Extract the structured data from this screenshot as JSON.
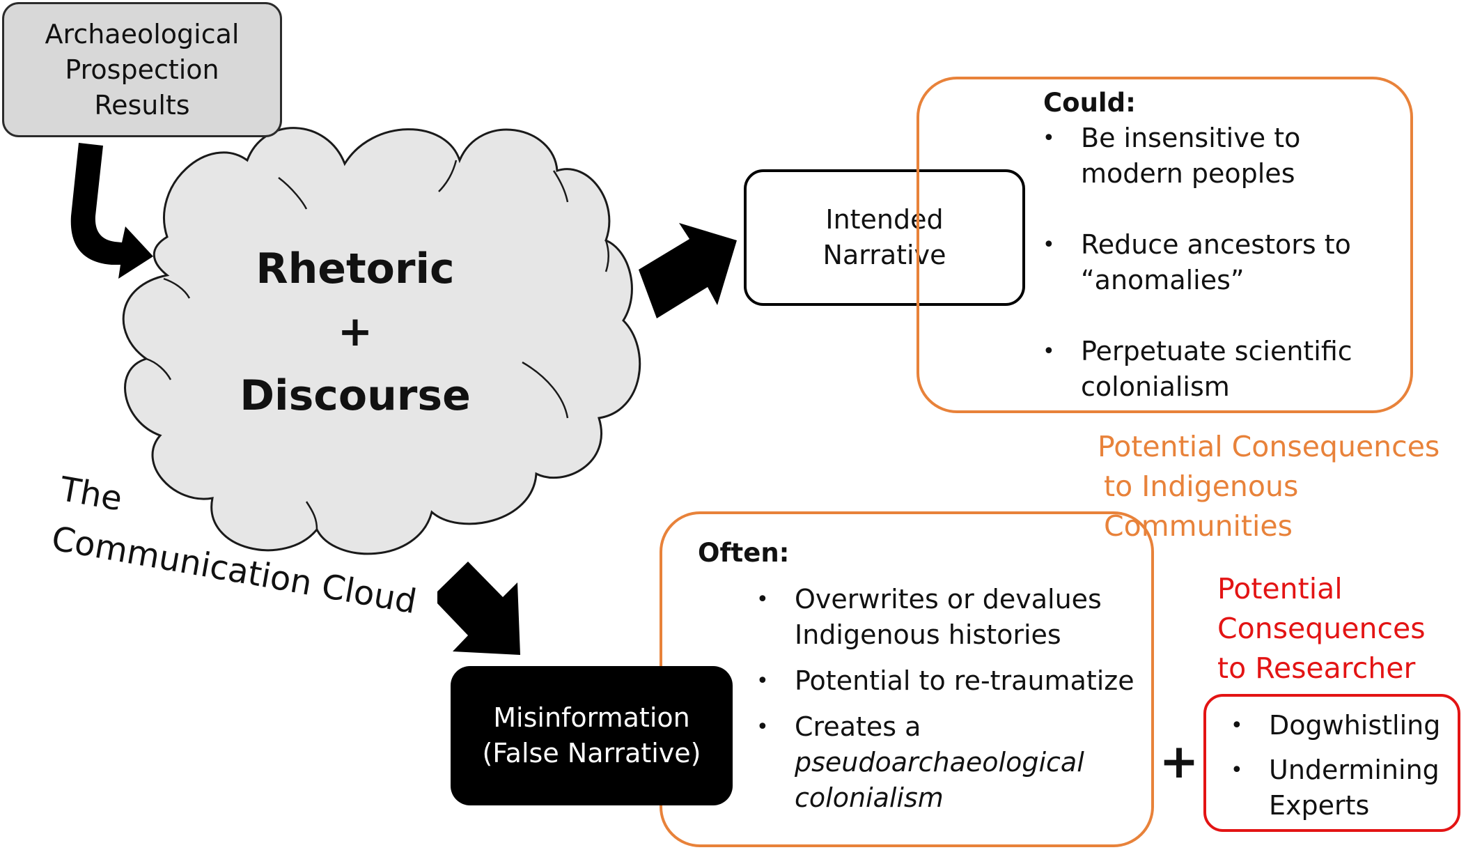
{
  "prospection_box": {
    "label": "Archaeological Prospection Results"
  },
  "cloud": {
    "line1": "Rhetoric",
    "plus": "+",
    "line2": "Discourse"
  },
  "cloud_label": {
    "line1": "The",
    "line2": "Communication Cloud"
  },
  "intended_box": {
    "label": "Intended Narrative"
  },
  "misinformation_box": {
    "label": "Misinformation (False Narrative)"
  },
  "could_box": {
    "heading": "Could:",
    "items": [
      "Be insensitive to modern peoples",
      "Reduce ancestors to “anomalies”",
      "Perpetuate scientific colonialism"
    ]
  },
  "indigenous_consequences": {
    "line1": "Potential Consequences",
    "line2": "to Indigenous Communities"
  },
  "often_box": {
    "heading": "Often:",
    "items": [
      "Overwrites or devalues Indigenous histories",
      "Potential to re-traumatize"
    ],
    "item3_prefix": "Creates a",
    "item3_emphasis": "pseudoarchaeological colonialism"
  },
  "plus_sign": "+",
  "researcher_consequences": {
    "line1": "Potential",
    "line2": "Consequences",
    "line3": "to Researcher"
  },
  "researcher_box": {
    "items": [
      "Dogwhistling",
      "Undermining Experts"
    ]
  },
  "colors": {
    "orange": "#e8823a",
    "red": "#e31414",
    "cloud_fill": "#e6e6e6",
    "prospection_fill": "#d8d8d8",
    "misinformation_fill": "#000000"
  },
  "icons": [
    "curved-arrow-icon",
    "right-arrow-icon",
    "down-right-arrow-icon",
    "cloud-icon"
  ]
}
